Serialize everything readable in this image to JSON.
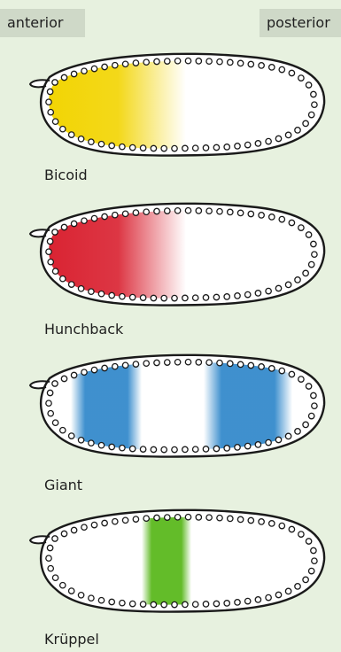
{
  "axis": {
    "anterior": "anterior",
    "posterior": "posterior"
  },
  "panels": [
    {
      "gene": "Bicoid",
      "color": "#f2d400",
      "pattern": "anterior-gradient"
    },
    {
      "gene": "Hunchback",
      "color": "#d9202f",
      "pattern": "anterior-gradient"
    },
    {
      "gene": "Giant",
      "color": "#2a84c9",
      "pattern": "two-stripes"
    },
    {
      "gene": "Krüppel",
      "color": "#5bb81e",
      "pattern": "central-stripe"
    }
  ]
}
